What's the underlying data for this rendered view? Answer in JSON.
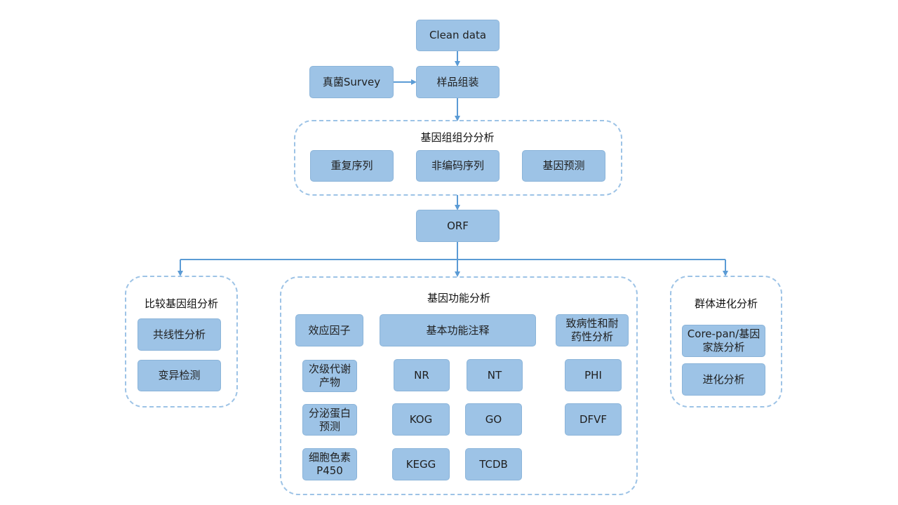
{
  "nodes": {
    "clean_data": "Clean data",
    "fungi_survey": "真菌Survey",
    "sample_assembly": "样品组装",
    "orf": "ORF"
  },
  "genome_group": {
    "title": "基因组组分分析",
    "items": [
      "重复序列",
      "非编码序列",
      "基因预测"
    ]
  },
  "comparative": {
    "title": "比较基因组分析",
    "items": [
      "共线性分析",
      "变异检测"
    ]
  },
  "functional": {
    "title": "基因功能分析",
    "effector": "效应因子",
    "secondary": "次级代谢产物",
    "secreted": "分泌蛋白预测",
    "p450": "细胞色素P450",
    "basic": "基本功能注释",
    "nr": "NR",
    "nt": "NT",
    "kog": "KOG",
    "go": "GO",
    "kegg": "KEGG",
    "tcdb": "TCDB",
    "pathogen": "致病性和耐药性分析",
    "phi": "PHI",
    "dfvf": "DFVF"
  },
  "population": {
    "title": "群体进化分析",
    "items": [
      "Core-pan/基因家族分析",
      "进化分析"
    ]
  },
  "colors": {
    "box": "#9dc3e6",
    "line": "#5b9bd5",
    "dash": "#9dc3e6"
  }
}
